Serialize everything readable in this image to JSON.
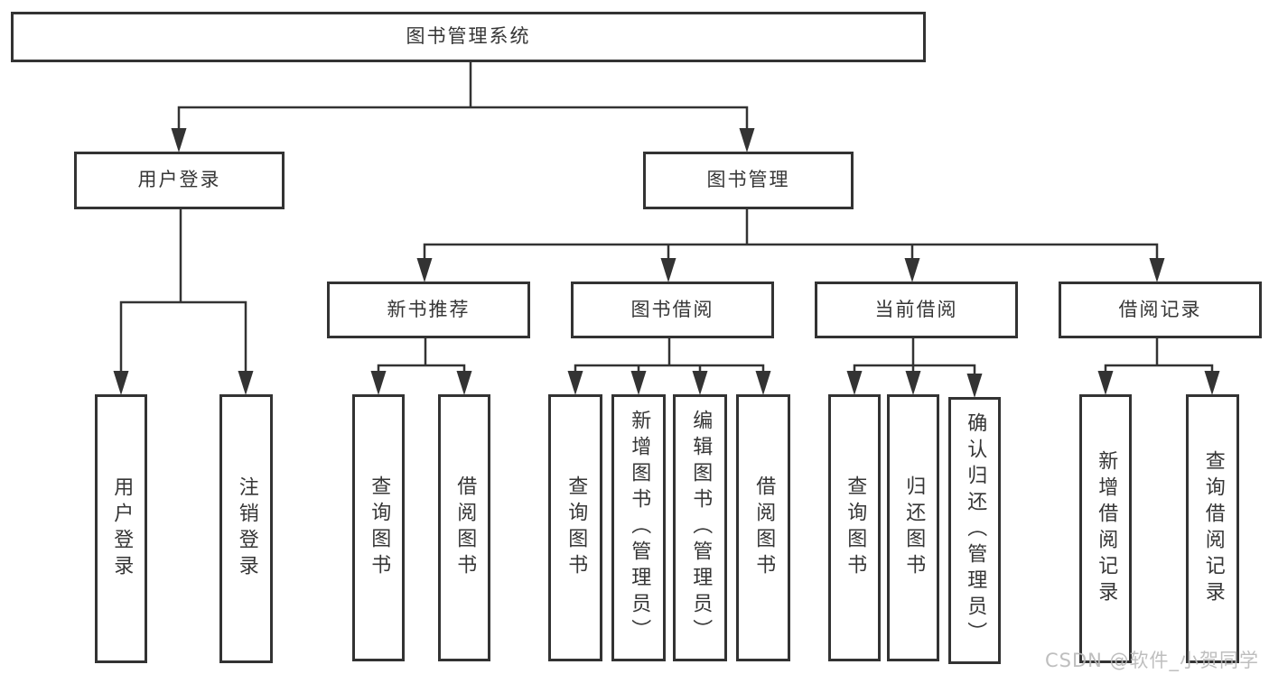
{
  "diagram": {
    "title": "图书管理系统",
    "branches": [
      {
        "label": "用户登录",
        "children": [
          {
            "label": "用户登录"
          },
          {
            "label": "注销登录"
          }
        ]
      },
      {
        "label": "图书管理",
        "children": [
          {
            "label": "新书推荐",
            "children": [
              {
                "label": "查询图书"
              },
              {
                "label": "借阅图书"
              }
            ]
          },
          {
            "label": "图书借阅",
            "children": [
              {
                "label": "查询图书"
              },
              {
                "label": "新增图书（管理员）"
              },
              {
                "label": "编辑图书（管理员）"
              },
              {
                "label": "借阅图书"
              }
            ]
          },
          {
            "label": "当前借阅",
            "children": [
              {
                "label": "查询图书"
              },
              {
                "label": "归还图书"
              },
              {
                "label": "确认归还（管理员）"
              }
            ]
          },
          {
            "label": "借阅记录",
            "children": [
              {
                "label": "新增借阅记录"
              },
              {
                "label": "查询借阅记录"
              }
            ]
          }
        ]
      }
    ]
  },
  "watermark": {
    "text": "CSDN @软件_小贺同学"
  },
  "colors": {
    "line": "#333333",
    "text": "#363636",
    "watermark": "#b8b8b8",
    "background": "#ffffff"
  }
}
